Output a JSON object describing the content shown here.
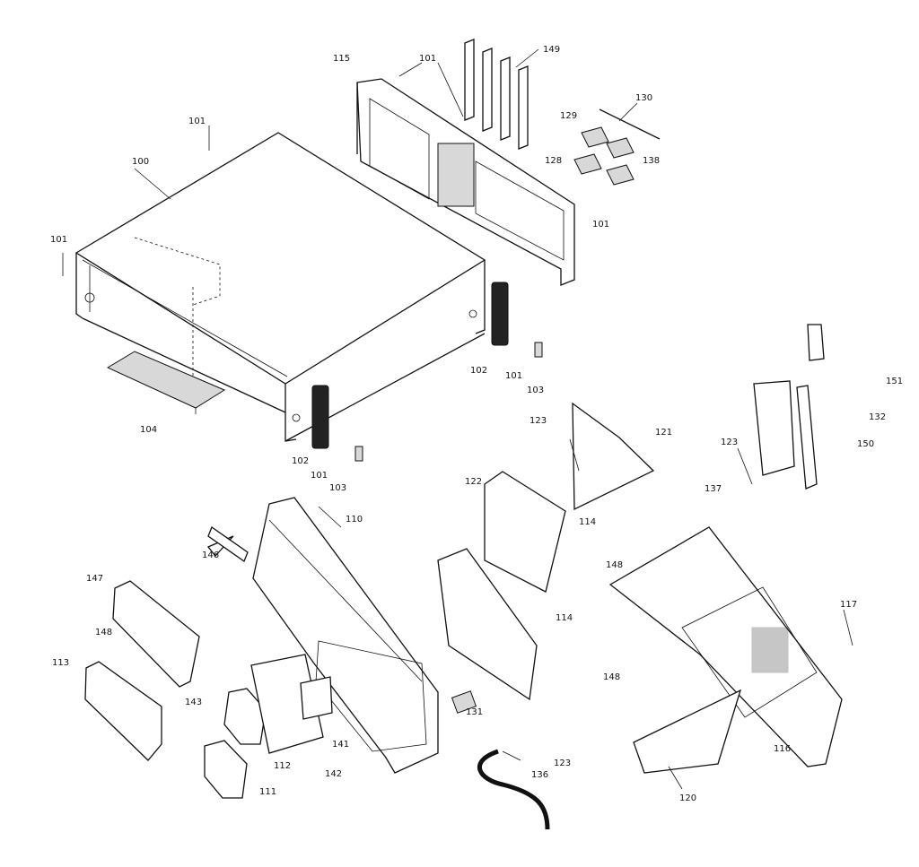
{
  "labels": {
    "l100": "100",
    "l101a": "101",
    "l101b": "101",
    "l101c": "101",
    "l101d": "101",
    "l101e": "101",
    "l101f": "101",
    "l102a": "102",
    "l102b": "102",
    "l103a": "103",
    "l103b": "103",
    "l104": "104",
    "l110": "110",
    "l111": "111",
    "l112": "112",
    "l113": "113",
    "l114a": "114",
    "l114b": "114",
    "l115": "115",
    "l116": "116",
    "l117": "117",
    "l120": "120",
    "l121": "121",
    "l122": "122",
    "l123a": "123",
    "l123b": "123",
    "l123c": "123",
    "l128": "128",
    "l129": "129",
    "l130": "130",
    "l131": "131",
    "l132": "132",
    "l136": "136",
    "l137": "137",
    "l138": "138",
    "l141": "141",
    "l142": "142",
    "l143": "143",
    "l146": "146",
    "l147": "147",
    "l148a": "148",
    "l148b": "148",
    "l148c": "148",
    "l149": "149",
    "l150": "150",
    "l151": "151"
  }
}
